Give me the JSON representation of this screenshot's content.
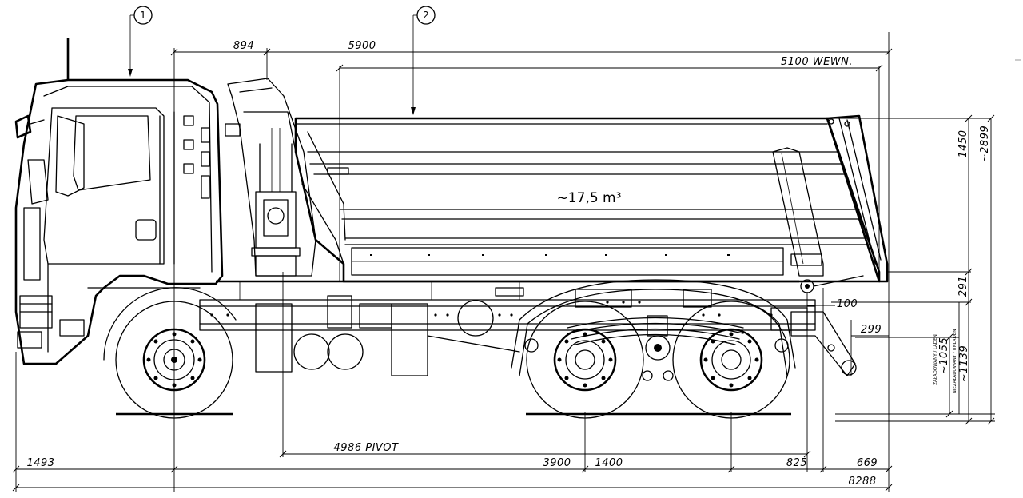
{
  "markers": [
    "1",
    "2"
  ],
  "volume": "~17,5 m³",
  "top_dims": {
    "front_overhang_body": "894",
    "body_length": "5900",
    "inner_length": "5100 WEWN."
  },
  "right_dims": {
    "side_height": "1450",
    "total_height": "~2899",
    "hitch_height": "291",
    "hitch_offset": "100",
    "hitch_x": "299",
    "laden_label": "ZAŁADOWANY / LADEN",
    "laden_value": "~1055",
    "unladen_label": "NIEZAŁADOWANY / UNLADEN",
    "unladen_value": "~1139"
  },
  "bottom_dims": {
    "pivot": "4986 PIVOT",
    "front_overhang": "1493",
    "wheelbase": "3900",
    "tandem": "1400",
    "rear_to_pivot": "825",
    "rear_overhang": "669",
    "total_length": "8288"
  }
}
